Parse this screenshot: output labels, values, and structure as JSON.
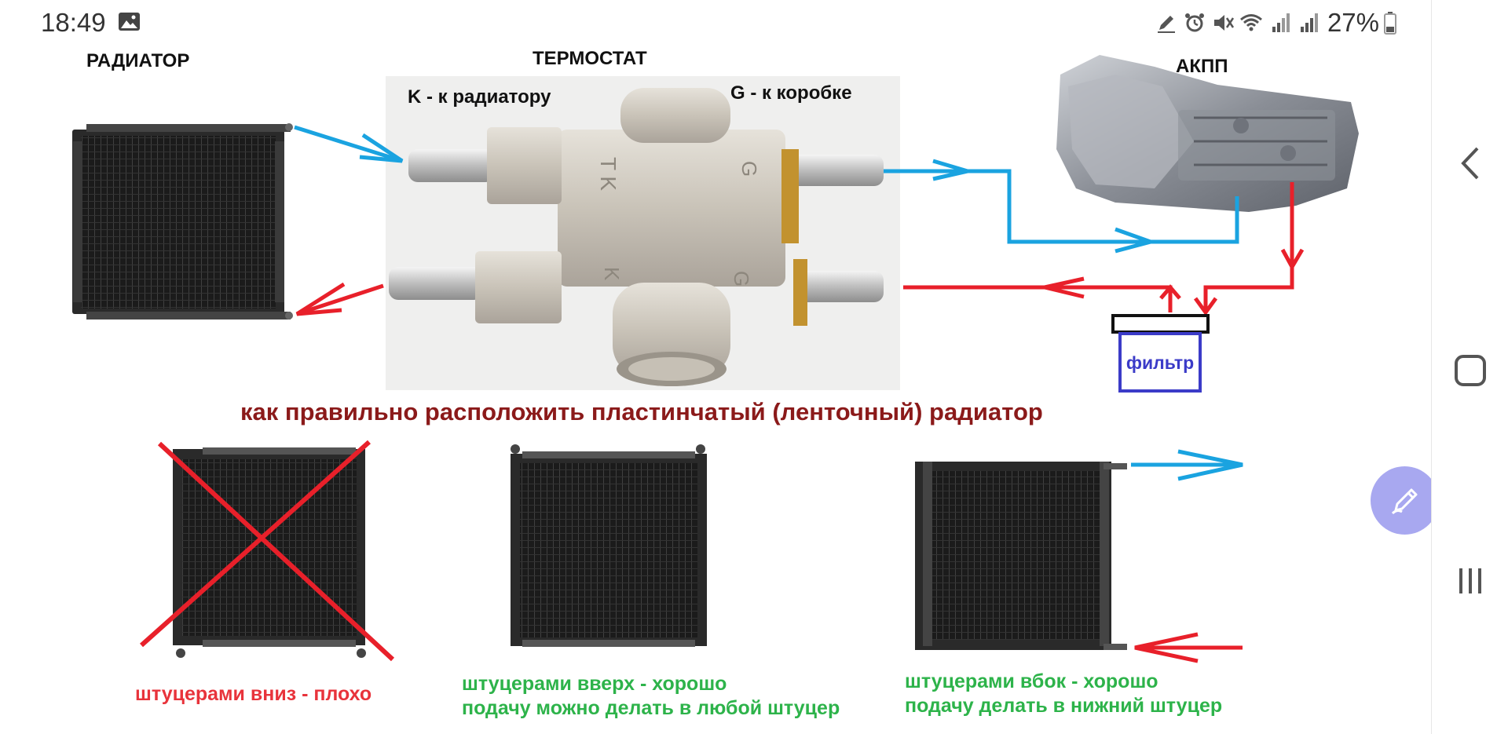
{
  "status_bar": {
    "time": "18:49",
    "battery_percent": "27%",
    "icons": [
      "gallery-icon",
      "edit-notify-icon",
      "alarm-icon",
      "mute-icon",
      "wifi-icon",
      "signal-icon",
      "signal-icon",
      "battery-icon"
    ]
  },
  "diagram": {
    "radiator_label": "РАДИАТОР",
    "thermostat_label": "ТЕРМОСТАТ",
    "transmission_label": "АКПП",
    "port_k_label": "K - к радиатору",
    "port_g_label": "G - к коробке",
    "filter_label": "фильтр",
    "main_title": "как правильно расположить пластинчатый (ленточный) радиатор",
    "bad_caption": "штуцерами вниз - плохо",
    "good_up_caption_line1": "штуцерами вверх - хорошо",
    "good_up_caption_line2": "подачу можно делать в любой штуцер",
    "good_side_caption_line1": "штуцерами вбок - хорошо",
    "good_side_caption_line2": "подачу делать в нижний штуцер",
    "colors": {
      "supply": "#1aa3e0",
      "return": "#e8202a",
      "title": "#8b1a1a",
      "good": "#2db34a"
    }
  },
  "nav": {
    "back_icon": "chevron-left-icon",
    "home_icon": "home-square-icon",
    "recents_icon": "recents-icon"
  },
  "fab": {
    "icon": "edit-pen-icon"
  }
}
